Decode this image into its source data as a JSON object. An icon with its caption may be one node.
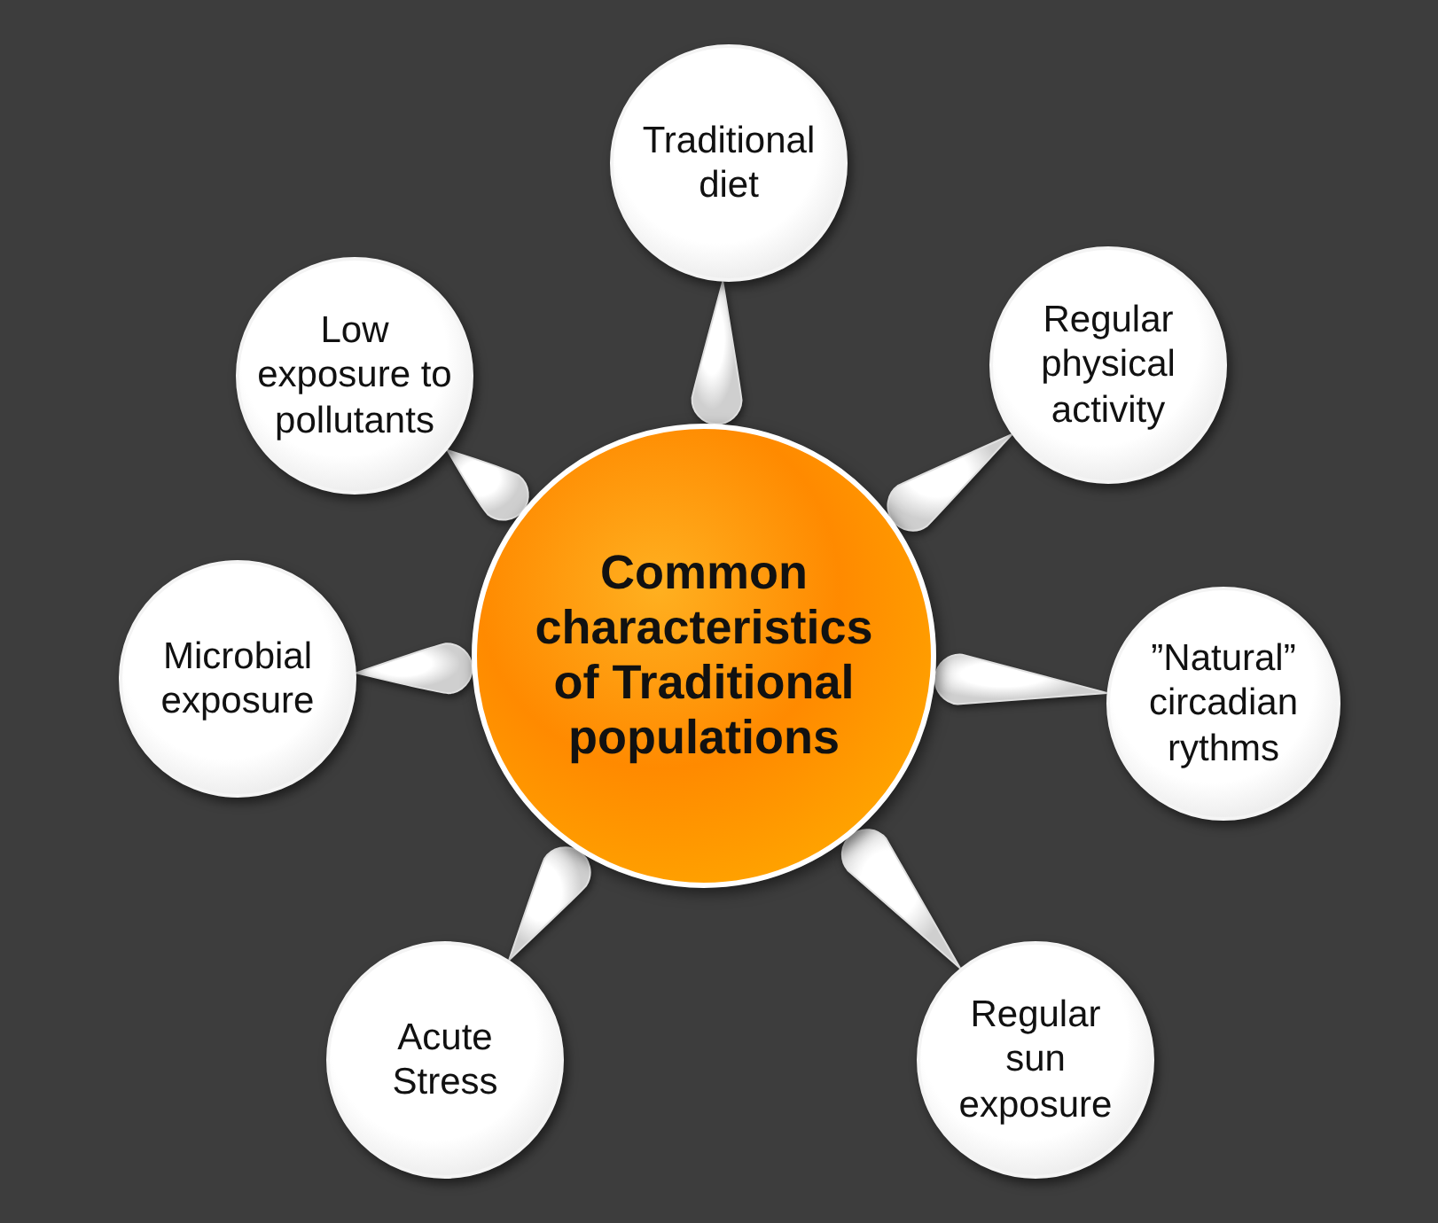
{
  "diagram": {
    "nodes": [
      {
        "text": [
          "Common characteristics of Traditional populations"
        ]
      },
      {
        "text": [
          "Traditional diet"
        ]
      },
      {
        "text": [
          "Regular physical activity"
        ]
      },
      {
        "text": [
          "”Natural” circadian rythms"
        ]
      },
      {
        "text": [
          "Regular sun exposure"
        ]
      },
      {
        "text": [
          "Acute Stress"
        ]
      },
      {
        "text": [
          "Microbial exposure"
        ]
      },
      {
        "text": [
          "Low exposure to pollutants"
        ]
      }
    ],
    "edges": [
      {
        "from": 0,
        "to": 1,
        "arrow": "to"
      },
      {
        "from": 0,
        "to": 2,
        "arrow": "to"
      },
      {
        "from": 0,
        "to": 3,
        "arrow": "to"
      },
      {
        "from": 0,
        "to": 4,
        "arrow": "to"
      },
      {
        "from": 0,
        "to": 5,
        "arrow": "to"
      },
      {
        "from": 0,
        "to": 6,
        "arrow": "to"
      },
      {
        "from": 0,
        "to": 7,
        "arrow": "to"
      }
    ]
  }
}
